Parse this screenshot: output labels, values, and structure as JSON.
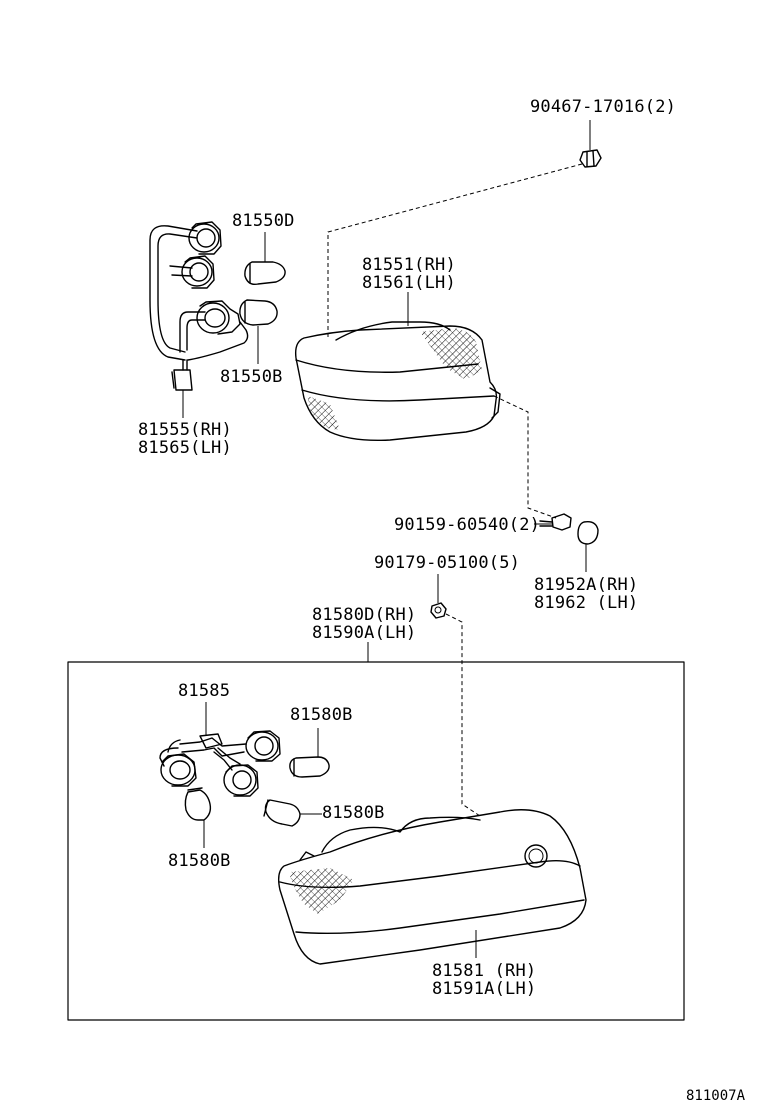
{
  "diagram_ref": "811007A",
  "labels": {
    "bolt_top": "90467-17016(2)",
    "bulb_81550d": "81550D",
    "lens_upper_rh": "81551(RH)",
    "lens_upper_lh": "81561(LH)",
    "bulb_81550b": "81550B",
    "socket_upper_rh": "81555(RH)",
    "socket_upper_lh": "81565(LH)",
    "screw_mid": "90159-60540(2)",
    "nut_lower": "90179-05100(5)",
    "cap_rh": "81952A(RH)",
    "cap_lh": "81962 (LH)",
    "assy_lower_rh": "81580D(RH)",
    "assy_lower_lh": "81590A(LH)",
    "wire_81585": "81585",
    "bulb_lower_1": "81580B",
    "bulb_lower_2": "81580B",
    "bulb_lower_3": "81580B",
    "lens_lower_rh": "81581 (RH)",
    "lens_lower_lh": "81591A(LH)"
  }
}
